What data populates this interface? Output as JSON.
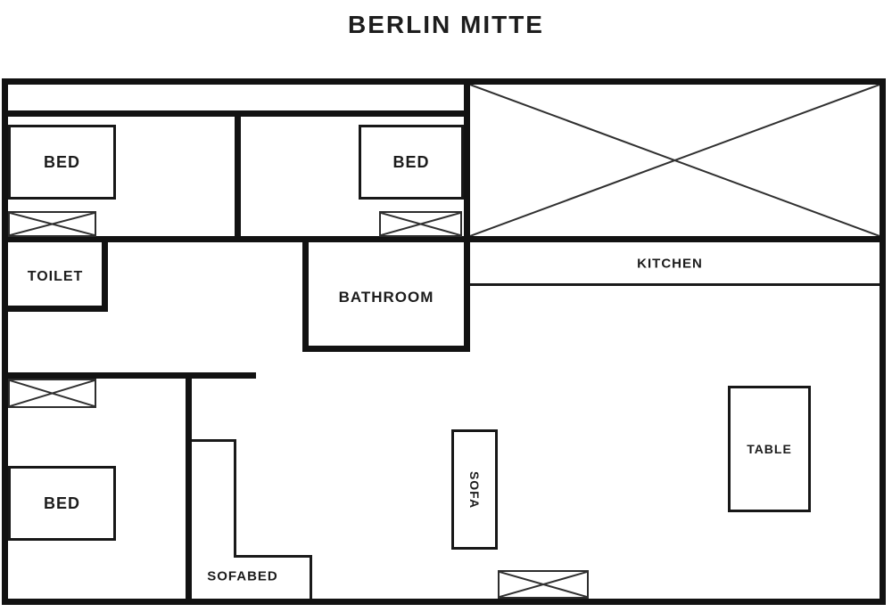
{
  "labels": {
    "title": "BERLIN MITTE",
    "bed_top_left": "BED",
    "bed_top_middle": "BED",
    "bed_bottom_left": "BED",
    "toilet": "TOILET",
    "bathroom": "BATHROOM",
    "kitchen": "KITCHEN",
    "sofa": "SOFA",
    "sofabed": "SOFABED",
    "table": "TABLE"
  },
  "colors": {
    "wall": "#121212",
    "background": "#ffffff",
    "text": "#1c1c1c"
  }
}
